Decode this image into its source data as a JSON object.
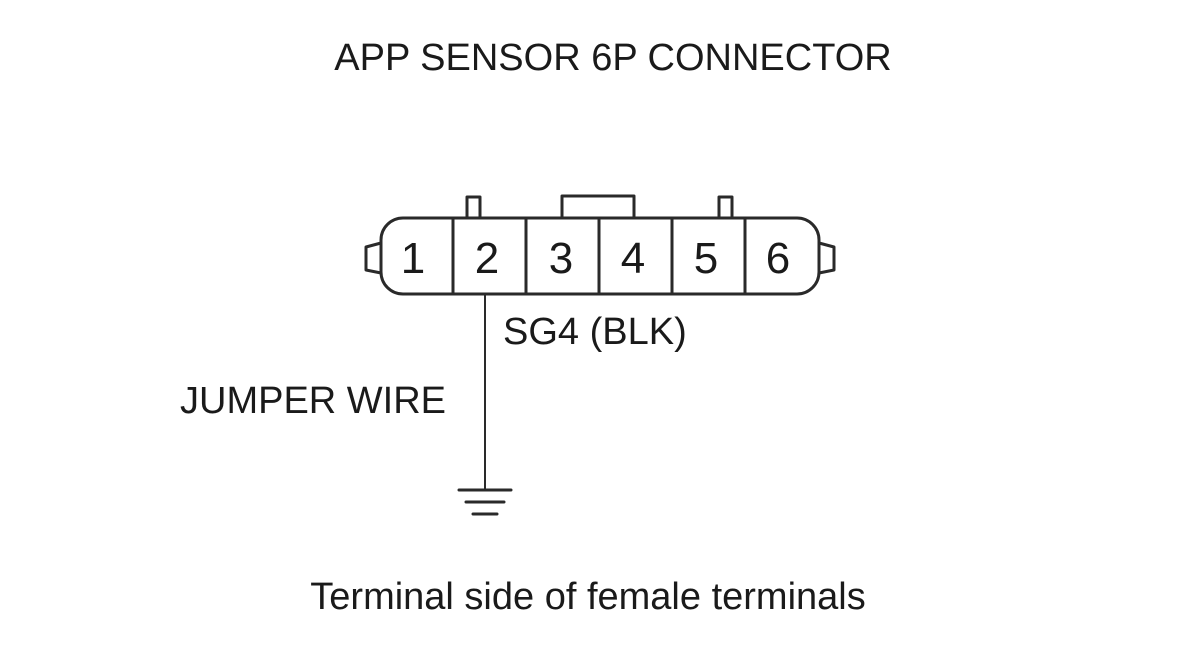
{
  "title": "APP SENSOR 6P CONNECTOR",
  "connector": {
    "terminals": [
      "1",
      "2",
      "3",
      "4",
      "5",
      "6"
    ]
  },
  "wire_label": "SG4 (BLK)",
  "jumper_label": "JUMPER WIRE",
  "caption": "Terminal side of female terminals"
}
